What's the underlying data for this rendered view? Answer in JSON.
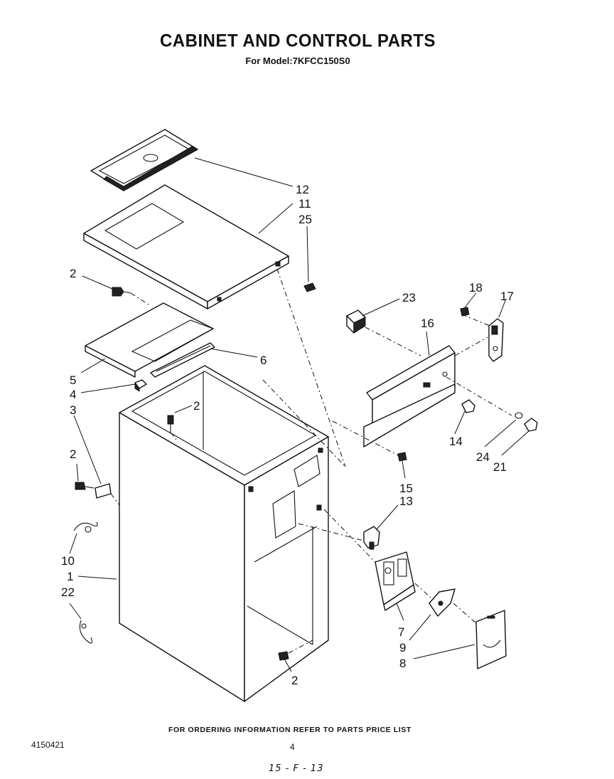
{
  "header": {
    "title": "CABINET AND CONTROL PARTS",
    "subtitle": "For Model:7KFCC150S0"
  },
  "footer": {
    "ordering_note": "FOR ORDERING INFORMATION REFER TO PARTS PRICE LIST",
    "doc_number": "4150421",
    "page_number": "4",
    "handwritten_note": "15 - F - 13"
  },
  "callouts": [
    "12",
    "11",
    "25",
    "2",
    "6",
    "5",
    "4",
    "3",
    "2",
    "2",
    "10",
    "1",
    "22",
    "2",
    "23",
    "18",
    "17",
    "16",
    "14",
    "24",
    "21",
    "15",
    "13",
    "7",
    "9",
    "8"
  ]
}
